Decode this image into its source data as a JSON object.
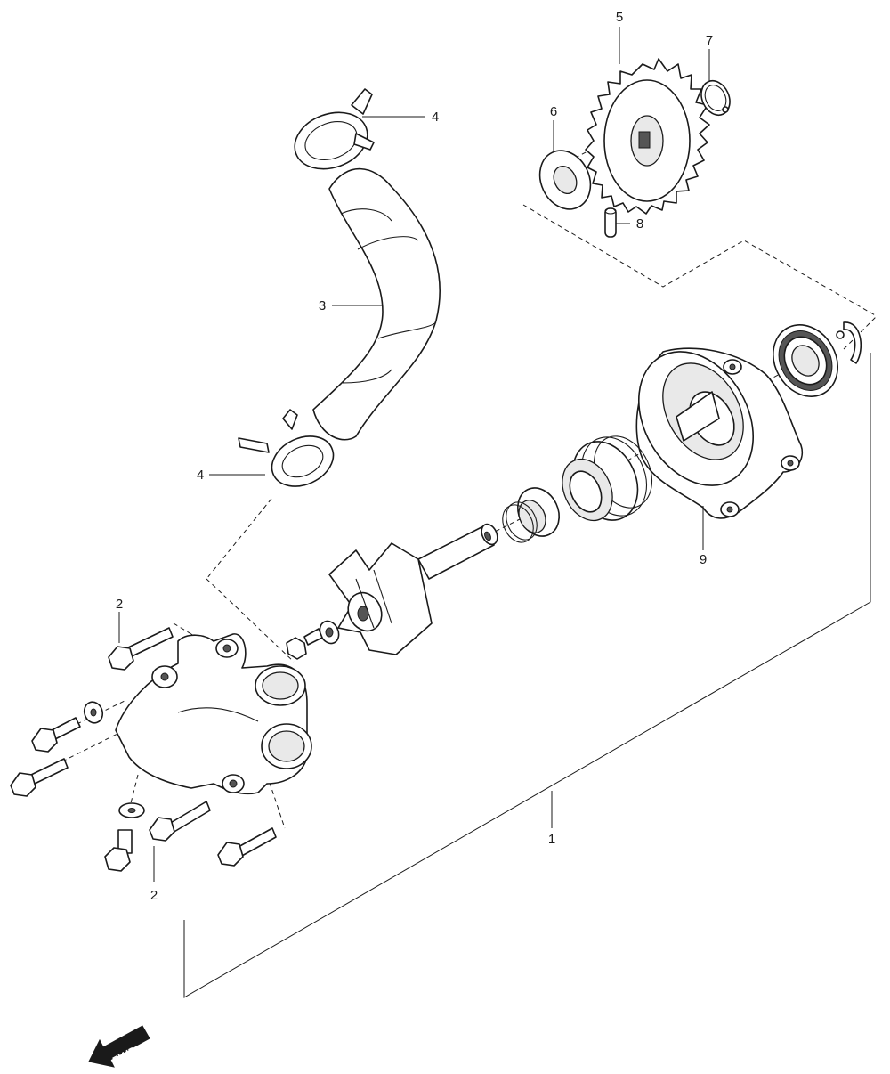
{
  "callouts": {
    "c1": "1",
    "c2_top": "2",
    "c2_bottom": "2",
    "c3": "3",
    "c4_top": "4",
    "c4_mid": "4",
    "c5": "5",
    "c6": "6",
    "c7": "7",
    "c8": "8",
    "c9": "9"
  },
  "direction_arrow": {
    "label": "FWD"
  }
}
